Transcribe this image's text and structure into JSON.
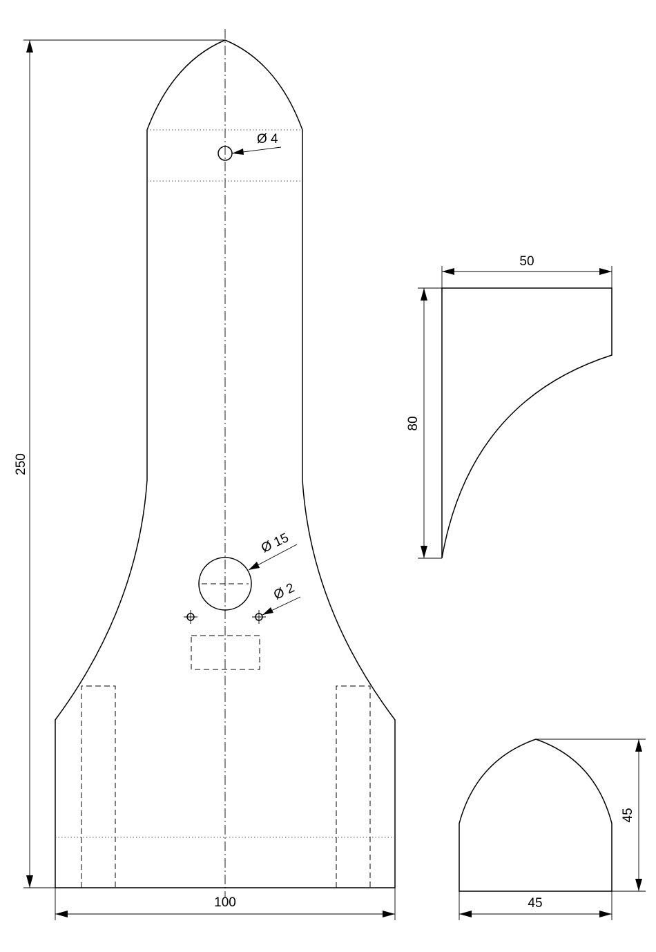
{
  "dimensions": {
    "main_height": "250",
    "main_width": "100",
    "hole_small": "Ø 4",
    "hole_large": "Ø 15",
    "hole_tiny": "Ø 2",
    "side_width": "50",
    "side_height": "80",
    "end_width": "45",
    "end_height": "45"
  }
}
